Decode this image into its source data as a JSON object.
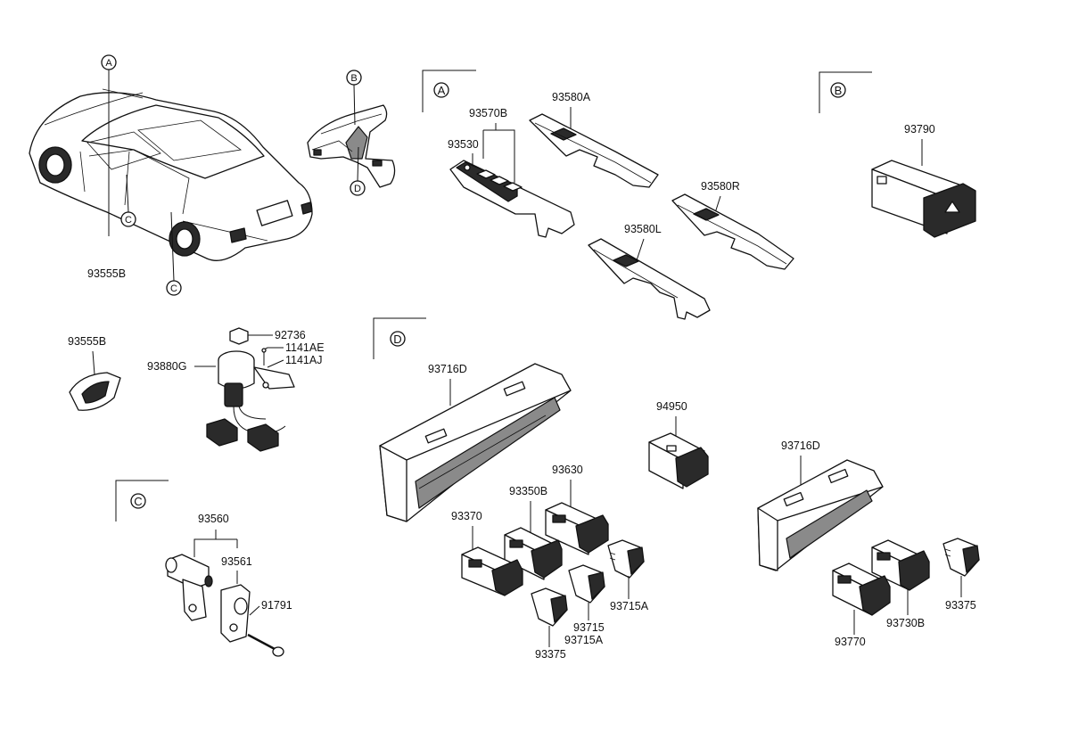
{
  "sections": {
    "a": "A",
    "b": "B",
    "c": "C",
    "d": "D"
  },
  "car_callouts": {
    "a": "A",
    "b": "B",
    "c1": "C",
    "c2": "C",
    "d": "D"
  },
  "labels": {
    "p93555B_car": "93555B",
    "p93555B": "93555B",
    "p93570B": "93570B",
    "p93530": "93530",
    "p93580A": "93580A",
    "p93580R": "93580R",
    "p93580L": "93580L",
    "p93790": "93790",
    "p92736": "92736",
    "p1141AE": "1141AE",
    "p1141AJ": "1141AJ",
    "p93880G": "93880G",
    "p93560": "93560",
    "p93561": "93561",
    "p91791": "91791",
    "p93716D_left": "93716D",
    "p93716D_right": "93716D",
    "p94950": "94950",
    "p93630": "93630",
    "p93350B": "93350B",
    "p93370": "93370",
    "p93715": "93715",
    "p93715A_1": "93715A",
    "p93715A_2": "93715A",
    "p93375_1": "93375",
    "p93375_2": "93375",
    "p93770": "93770",
    "p93730B": "93730B"
  }
}
